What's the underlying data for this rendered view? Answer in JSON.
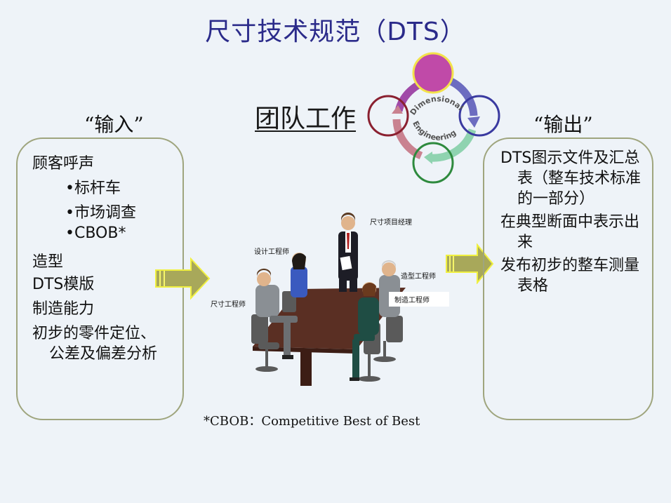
{
  "title": "尺寸技术规范（DTS）",
  "team_work": "团队工作",
  "logo": {
    "word_top": "Dimensional",
    "word_bottom": "Engineering"
  },
  "input": {
    "heading": "“输入”",
    "items": [
      "顾客呼声",
      "•标杆车",
      "•市场调查",
      "•CBOB*",
      "造型",
      "DTS模版",
      "制造能力",
      "初步的零件定位、",
      "公差及偏差分析"
    ]
  },
  "output": {
    "heading": "“输出”",
    "items": [
      "DTS图示文件及汇总表（整车技术标准的一部分）",
      "在典型断面中表示出来",
      "发布初步的整车测量表格"
    ]
  },
  "roles": {
    "project_manager": "尺寸项目经理",
    "design_engineer": "设计工程师",
    "styling_engineer": "造型工程师",
    "dimension_engineer": "尺寸工程师",
    "manufacturing_engineer": "制造工程师"
  },
  "footnote": "*CBOB：Competitive Best of Best"
}
